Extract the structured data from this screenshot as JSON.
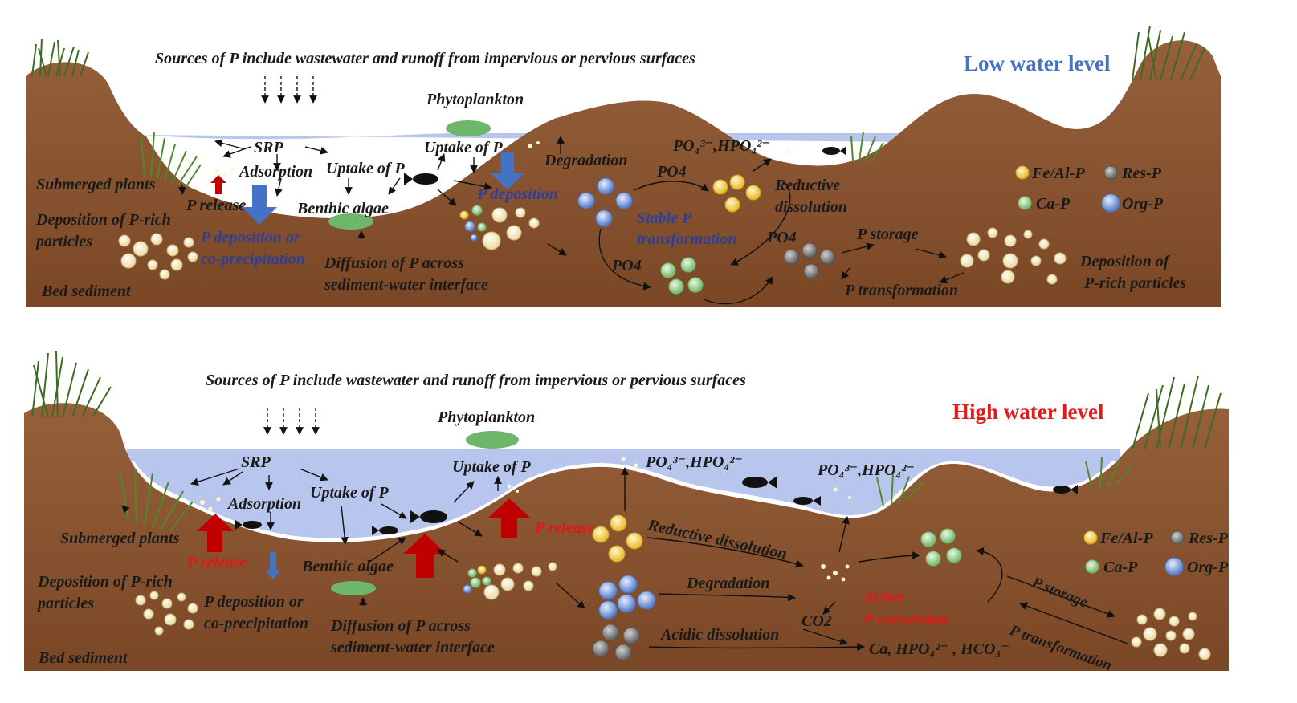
{
  "panels": {
    "low": {
      "title": "Low water level",
      "sources": "Sources of P include wastewater and runoff from impervious or pervious surfaces",
      "phytoplankton": "Phytoplankton",
      "srp": "SRP",
      "adsorption": "Adsorption",
      "uptake_a": "Uptake of P",
      "uptake_b": "Uptake of P",
      "degradation": "Degradation",
      "po43": "PO₄³⁻,HPO₄²⁻",
      "po4_a": "PO4",
      "po4_b": "PO4",
      "po4_c": "PO4",
      "reductive": "Reductive",
      "dissolution": "dissolution",
      "submerged": "Submerged plants",
      "p_release": "P release",
      "p_deposition_a": "P deposition or",
      "p_deposition_b": "co-precipitation",
      "p_deposition_right": "P deposition",
      "benthic": "Benthic algae",
      "stable_a": "Stable P",
      "stable_b": "transformation",
      "deposition_left_a": "Deposition of P-rich",
      "deposition_left_b": "particles",
      "diffusion_a": "Diffusion of P across",
      "diffusion_b": "sediment-water interface",
      "bed_sediment": "Bed sediment",
      "p_storage": "P storage",
      "p_transformation": "P transformation",
      "deposition_right_a": "Deposition of",
      "deposition_right_b": "P-rich particles"
    },
    "high": {
      "title": "High water level",
      "sources": "Sources of P include wastewater and runoff from impervious or pervious surfaces",
      "phytoplankton": "Phytoplankton",
      "srp": "SRP",
      "adsorption": "Adsorption",
      "uptake_a": "Uptake of P",
      "uptake_b": "Uptake of P",
      "po43_a": "PO₄³⁻,HPO₄²⁻",
      "po43_b": "PO₄³⁻,HPO₄²⁻",
      "submerged": "Submerged plants",
      "p_release_a": "P release",
      "p_release_b": "P release",
      "benthic": "Benthic algae",
      "deposition_left_a": "Deposition of P-rich",
      "deposition_left_b": "particles",
      "p_deposition_a": "P deposition or",
      "p_deposition_b": "co-precipitation",
      "diffusion_a": "Diffusion of P across",
      "diffusion_b": "sediment-water interface",
      "bed_sediment": "Bed sediment",
      "reductive": "Reductive dissolution",
      "degradation": "Degradation",
      "acidic": "Acidic dissolution",
      "co2": "CO2",
      "ca_hpo": "Ca, HPO₄²⁻ , HCO₃⁻",
      "active_a": "Active",
      "active_b": "P conversion",
      "p_storage": "P storage",
      "p_transformation": "P transformation"
    }
  },
  "legend": {
    "fe_al_p": "Fe/Al-P",
    "res_p": "Res-P",
    "ca_p": "Ca-P",
    "org_p": "Org-P"
  },
  "colors": {
    "sediment": "#8b5331",
    "sediment_dark": "#6e3f22",
    "water": "#b8c6ee",
    "title_low": "#4472c4",
    "title_high": "#e31a1a",
    "deposition_arrow": "#4472c4",
    "release_arrow": "#c00000",
    "fe_al_p": "#f2cf5a",
    "res_p": "#7c7c7c",
    "ca_p": "#9fd497",
    "org_p": "#6f93d6"
  }
}
